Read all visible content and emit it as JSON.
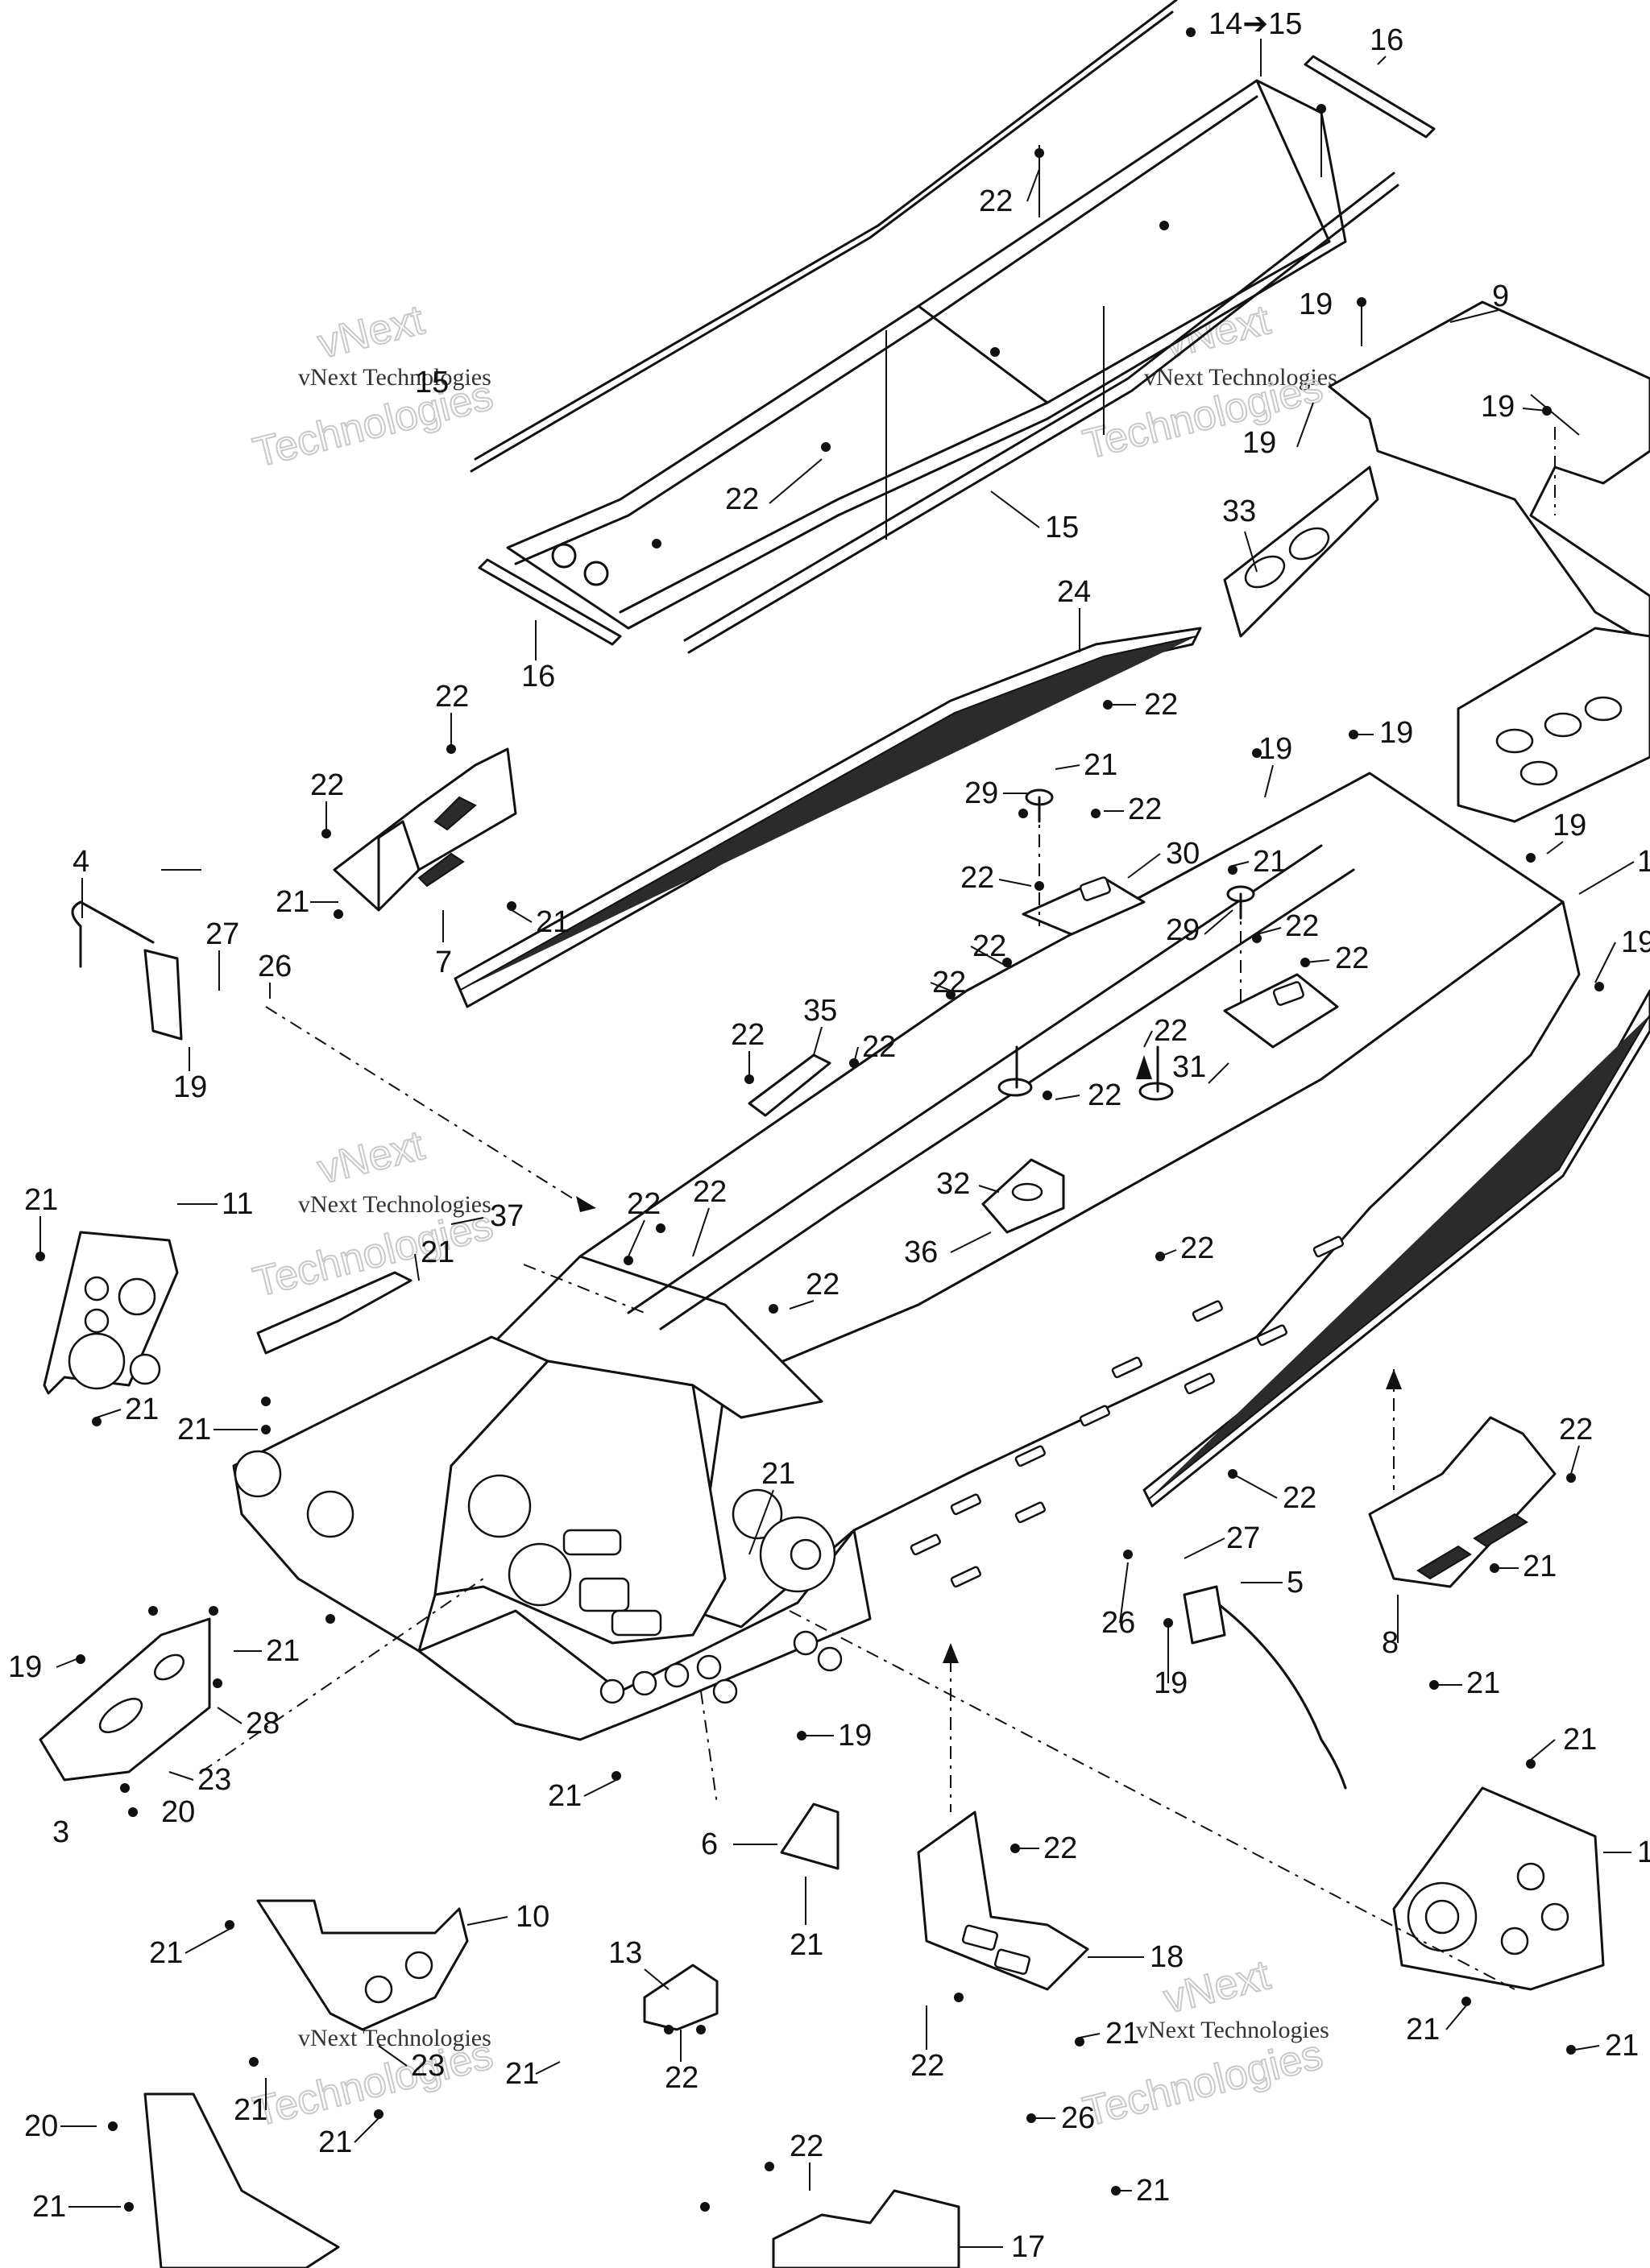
{
  "diagram": {
    "callouts": {
      "c1": "14➔15",
      "c2": "16",
      "c3": "22",
      "c4": "15",
      "c5": "19",
      "c6": "9",
      "c7": "19",
      "c8": "19",
      "c9": "22",
      "c10": "15",
      "c11": "33",
      "c12": "16",
      "c13": "24",
      "c14": "22",
      "c15": "22",
      "c16": "22",
      "c17": "21",
      "c18": "7",
      "c19": "21",
      "c20": "4",
      "c21": "27",
      "c22": "26",
      "c23": "19",
      "c24": "21",
      "c25": "29",
      "c26": "22",
      "c27": "30",
      "c28": "22",
      "c29": "19",
      "c30": "19",
      "c31": "21",
      "c32": "29",
      "c33": "22",
      "c34": "22",
      "c35": "22",
      "c36": "22",
      "c37": "19",
      "c38": "1",
      "c39": "19",
      "c40": "22",
      "c41": "35",
      "c42": "22",
      "c43": "22",
      "c44": "31",
      "c45": "22",
      "c46": "32",
      "c47": "36",
      "c48": "21",
      "c49": "11",
      "c50": "21",
      "c51": "37",
      "c52": "22",
      "c53": "22",
      "c54": "22",
      "c55": "21",
      "c56": "21",
      "c57": "21",
      "c58": "22",
      "c59": "22",
      "c60": "27",
      "c61": "5",
      "c62": "26",
      "c63": "19",
      "c64": "21",
      "c65": "22",
      "c66": "8",
      "c67": "21",
      "c68": "19",
      "c69": "28",
      "c70": "23",
      "c71": "3",
      "c72": "20",
      "c73": "21",
      "c74": "19",
      "c75": "21",
      "c76": "6",
      "c77": "21",
      "c78": "21",
      "c79": "1",
      "c80": "21",
      "c81": "21",
      "c82": "10",
      "c83": "21",
      "c84": "13",
      "c85": "22",
      "c86": "21",
      "c87": "23",
      "c88": "21",
      "c89": "22",
      "c90": "22",
      "c91": "18",
      "c92": "21",
      "c93": "26",
      "c94": "21",
      "c95": "20",
      "c96": "21",
      "c97": "22",
      "c98": "17",
      "c99": "21"
    },
    "watermark": {
      "brand": "vNext",
      "line": "vNext Technologies",
      "word": "Technologies"
    }
  }
}
